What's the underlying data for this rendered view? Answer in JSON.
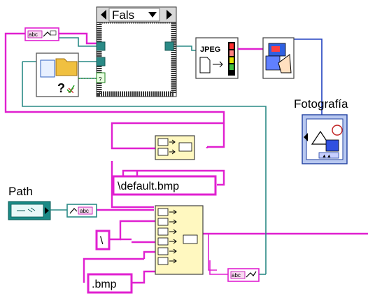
{
  "case_selector": {
    "value": "Fals",
    "left_arrow_icon": "triangle-left-icon",
    "right_arrow_icon": "triangle-right-icon",
    "dropdown_icon": "triangle-down-icon"
  },
  "labels": {
    "fotografia": "Fotografía",
    "path": "Path"
  },
  "constants": {
    "default_path": "\\default.bmp",
    "backslash": "\\",
    "extension": ".bmp"
  },
  "nodes": {
    "jpeg_label": "JPEG",
    "string_to_path_left": "abc",
    "string_to_path_bottom": "abc",
    "path_to_string": "abc"
  },
  "colors": {
    "string_wire": "#e020d0",
    "refnum_wire": "#2a8a86",
    "picture_wire": "#2040c0",
    "case_structure_border": "#404040",
    "path_control": "#1a8a86"
  }
}
